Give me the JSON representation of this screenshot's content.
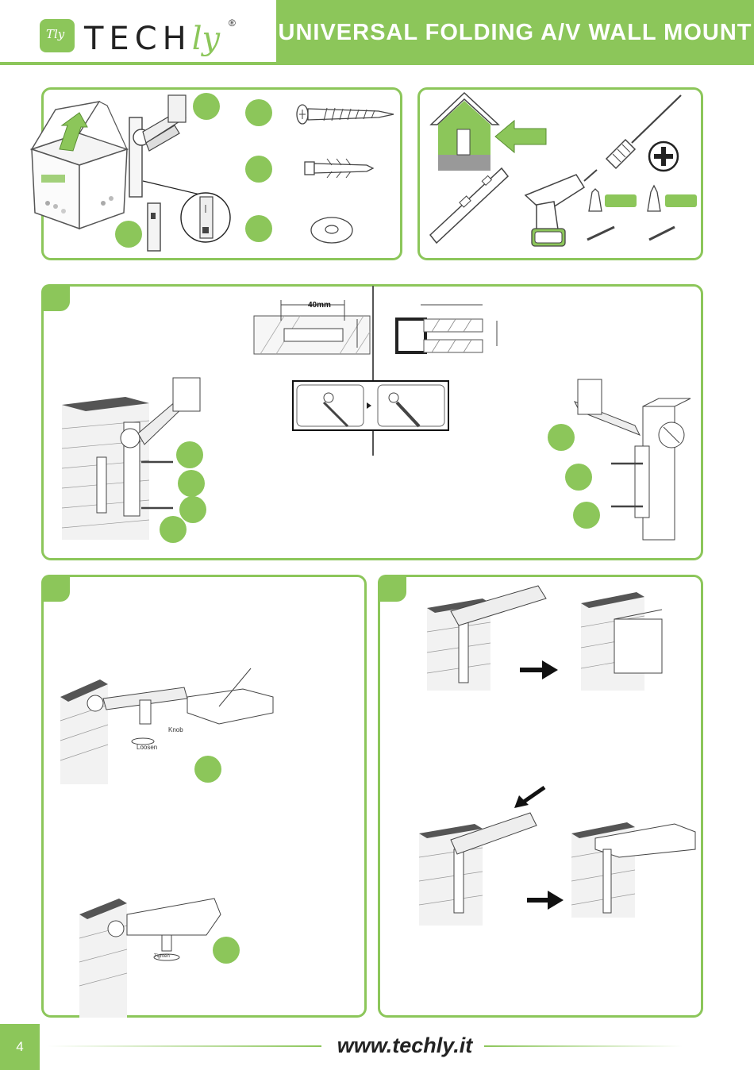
{
  "header": {
    "logo_mark": "Tly",
    "logo_text": "TECH",
    "logo_suffix": "ly",
    "logo_registered": "®",
    "title": "UNIVERSAL FOLDING A/V WALL MOUNT"
  },
  "step2": {
    "dimension_label": "40mm"
  },
  "step3": {
    "knob_label": "Knob",
    "loosen_label": "Loosen",
    "tighten_label": "Tighten"
  },
  "footer": {
    "page_number": "4",
    "website": "www.techly.it"
  },
  "colors": {
    "accent": "#8cc65a",
    "text": "#222222",
    "line_art": "#555555"
  }
}
